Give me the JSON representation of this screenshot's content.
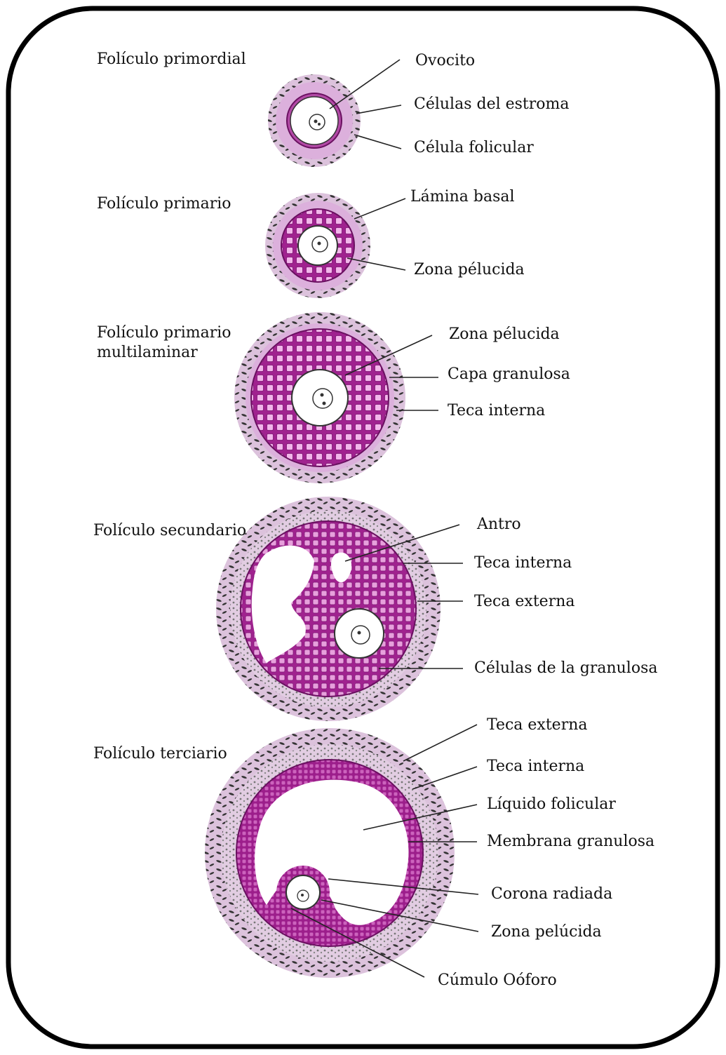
{
  "colors": {
    "magenta": "#a0228f",
    "cell_light": "#f2b6ea",
    "stroma": "#dcc2dc",
    "dark": "#222222",
    "frame": "#000000"
  },
  "stages": [
    {
      "title": "Folículo primordial",
      "labels": [
        "Ovocito",
        "Células del estroma",
        "Célula folicular"
      ]
    },
    {
      "title": "Folículo primario",
      "labels": [
        "Lámina basal",
        "Zona pélucida"
      ]
    },
    {
      "title_line1": "Folículo primario",
      "title_line2": "multilaminar",
      "labels": [
        "Zona pélucida",
        "Capa granulosa",
        "Teca interna"
      ]
    },
    {
      "title": "Folículo secundario",
      "labels": [
        "Antro",
        "Teca interna",
        "Teca externa",
        "Células de la granulosa"
      ]
    },
    {
      "title": "Folículo  terciario",
      "labels": [
        "Teca externa",
        "Teca interna",
        "Líquido folicular",
        "Membrana granulosa",
        "Corona radiada",
        "Zona pelúcida",
        "Cúmulo Oóforo"
      ]
    }
  ]
}
